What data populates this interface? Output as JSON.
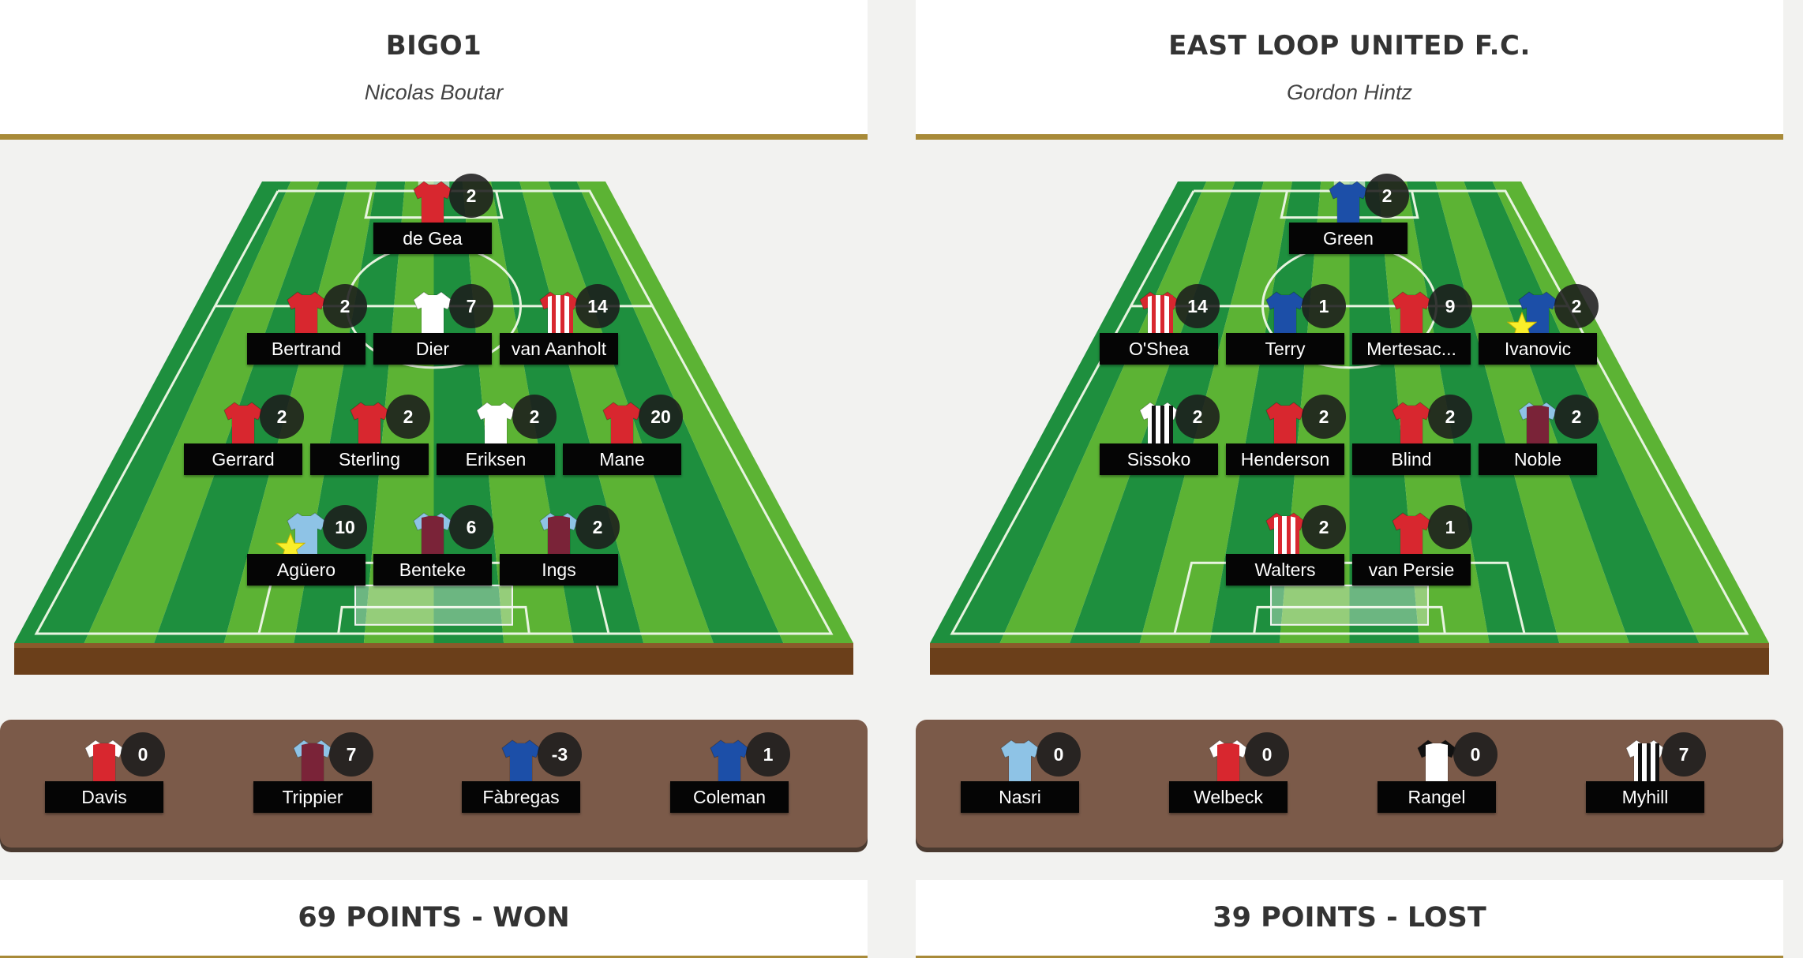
{
  "teams": [
    {
      "name": "BIGO1",
      "manager": "Nicolas Boutar",
      "result": "69 POINTS - WON",
      "starters": [
        {
          "name": "de Gea",
          "points": "2",
          "kit": "red",
          "row": 0,
          "slot": 1.5
        },
        {
          "name": "Bertrand",
          "points": "2",
          "kit": "red",
          "row": 1,
          "slot": 0.5
        },
        {
          "name": "Dier",
          "points": "7",
          "kit": "white",
          "row": 1,
          "slot": 1.5
        },
        {
          "name": "van Aanholt",
          "points": "14",
          "kit": "redwhite",
          "row": 1,
          "slot": 2.5
        },
        {
          "name": "Gerrard",
          "points": "2",
          "kit": "red",
          "row": 2,
          "slot": 0
        },
        {
          "name": "Sterling",
          "points": "2",
          "kit": "red",
          "row": 2,
          "slot": 1
        },
        {
          "name": "Eriksen",
          "points": "2",
          "kit": "white",
          "row": 2,
          "slot": 2
        },
        {
          "name": "Mane",
          "points": "20",
          "kit": "red",
          "row": 2,
          "slot": 3
        },
        {
          "name": "Agüero",
          "points": "10",
          "kit": "skyblue",
          "row": 3,
          "slot": 0.5,
          "captain": true
        },
        {
          "name": "Benteke",
          "points": "6",
          "kit": "claret",
          "row": 3,
          "slot": 1.5
        },
        {
          "name": "Ings",
          "points": "2",
          "kit": "claret",
          "row": 3,
          "slot": 2.5
        }
      ],
      "bench": [
        {
          "name": "Davis",
          "points": "0",
          "kit": "redwhitesleeve"
        },
        {
          "name": "Trippier",
          "points": "7",
          "kit": "claret"
        },
        {
          "name": "Fàbregas",
          "points": "-3",
          "kit": "blue"
        },
        {
          "name": "Coleman",
          "points": "1",
          "kit": "blue"
        }
      ]
    },
    {
      "name": "EAST LOOP UNITED F.C.",
      "manager": "Gordon Hintz",
      "result": "39 POINTS - LOST",
      "starters": [
        {
          "name": "Green",
          "points": "2",
          "kit": "blue",
          "row": 0,
          "slot": 1.5
        },
        {
          "name": "O'Shea",
          "points": "14",
          "kit": "redwhite",
          "row": 1,
          "slot": 0
        },
        {
          "name": "Terry",
          "points": "1",
          "kit": "blue",
          "row": 1,
          "slot": 1
        },
        {
          "name": "Mertesac...",
          "points": "9",
          "kit": "red",
          "row": 1,
          "slot": 2
        },
        {
          "name": "Ivanovic",
          "points": "2",
          "kit": "blue",
          "row": 1,
          "slot": 3,
          "captain": true
        },
        {
          "name": "Sissoko",
          "points": "2",
          "kit": "blackwhite",
          "row": 2,
          "slot": 0
        },
        {
          "name": "Henderson",
          "points": "2",
          "kit": "red",
          "row": 2,
          "slot": 1
        },
        {
          "name": "Blind",
          "points": "2",
          "kit": "red",
          "row": 2,
          "slot": 2
        },
        {
          "name": "Noble",
          "points": "2",
          "kit": "claret",
          "row": 2,
          "slot": 3
        },
        {
          "name": "Walters",
          "points": "2",
          "kit": "redwhite",
          "row": 3,
          "slot": 1
        },
        {
          "name": "van Persie",
          "points": "1",
          "kit": "red",
          "row": 3,
          "slot": 2
        }
      ],
      "bench": [
        {
          "name": "Nasri",
          "points": "0",
          "kit": "skyblue"
        },
        {
          "name": "Welbeck",
          "points": "0",
          "kit": "redwhitesleeve"
        },
        {
          "name": "Rangel",
          "points": "0",
          "kit": "whiteblack"
        },
        {
          "name": "Myhill",
          "points": "7",
          "kit": "blackwhite"
        }
      ]
    }
  ],
  "kits": {
    "red": {
      "body": "#d8272f",
      "sleeve": "#d8272f",
      "stripe": null
    },
    "white": {
      "body": "#ffffff",
      "sleeve": "#ffffff",
      "stripe": null
    },
    "redwhite": {
      "body": "#ffffff",
      "sleeve": "#d8272f",
      "stripe": "#d8272f"
    },
    "skyblue": {
      "body": "#8ec3e6",
      "sleeve": "#8ec3e6",
      "stripe": null
    },
    "claret": {
      "body": "#7a2338",
      "sleeve": "#8ec3e6",
      "stripe": null
    },
    "blue": {
      "body": "#1c4fa8",
      "sleeve": "#1c4fa8",
      "stripe": null
    },
    "blackwhite": {
      "body": "#ffffff",
      "sleeve": "#ffffff",
      "stripe": "#111111"
    },
    "redwhitesleeve": {
      "body": "#d8272f",
      "sleeve": "#ffffff",
      "stripe": null
    },
    "whiteblack": {
      "body": "#ffffff",
      "sleeve": "#111111",
      "stripe": null
    }
  },
  "colors": {
    "accent": "#a88a38",
    "pitch_dark": "#1e8f3e",
    "pitch_light": "#5cb334",
    "bench": "#7b5a49"
  },
  "icons": {
    "captain": "star-icon",
    "kit": "shirt-icon"
  }
}
